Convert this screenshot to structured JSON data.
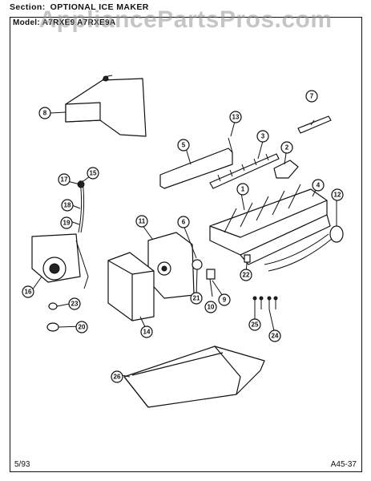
{
  "header": {
    "section_label": "Section:",
    "section_title": "OPTIONAL ICE MAKER",
    "model_label": "Model:",
    "model_numbers": "A7RXE9 A7RXE9A"
  },
  "watermark": "AppliancePartsPros.com",
  "footer": {
    "date": "5/93",
    "page_code": "A45-37"
  },
  "callouts": [
    "1",
    "2",
    "3",
    "4",
    "5",
    "6",
    "7",
    "8",
    "9",
    "10",
    "11",
    "12",
    "13",
    "14",
    "15",
    "16",
    "17",
    "18",
    "19",
    "20",
    "21",
    "22",
    "23",
    "24",
    "25",
    "26"
  ]
}
